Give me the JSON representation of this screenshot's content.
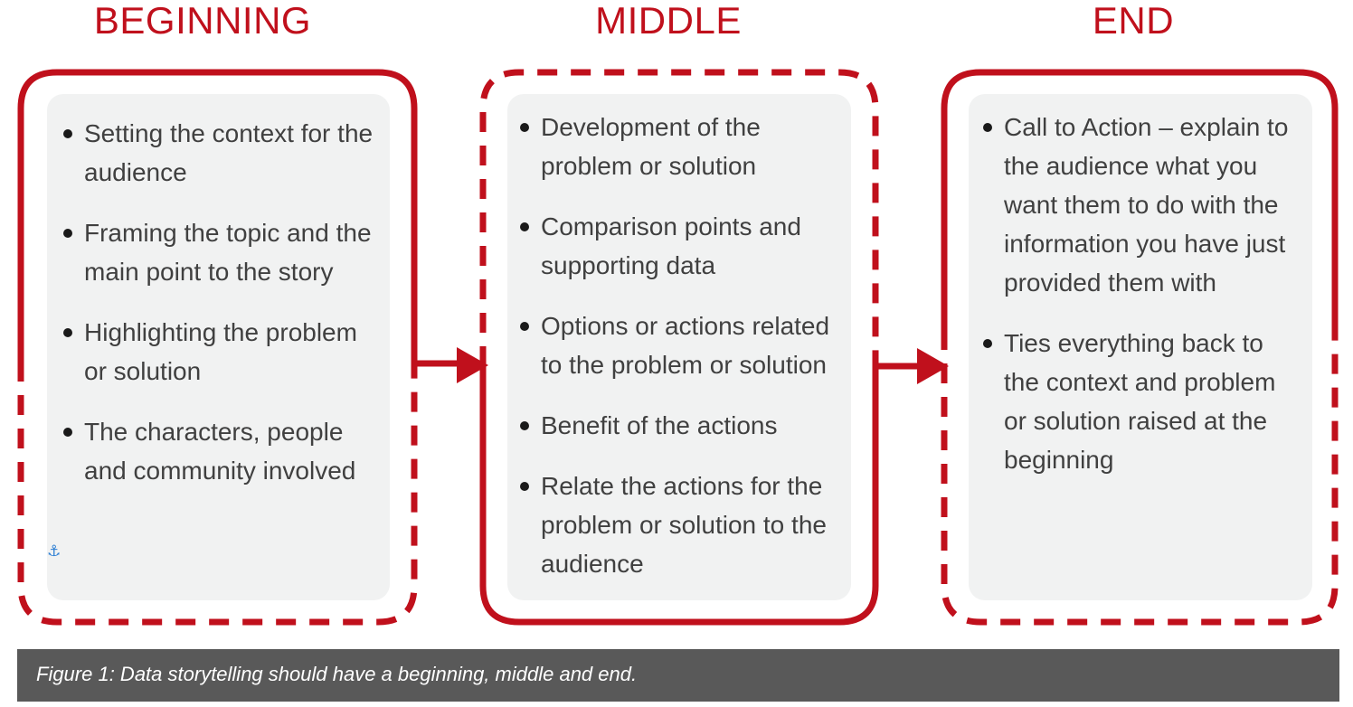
{
  "columns": [
    {
      "title": "BEGINNING",
      "items": [
        "Setting the context for the audience",
        "Framing the topic and the main point to the story",
        "Highlighting the problem or solution",
        "The characters, people and community involved"
      ]
    },
    {
      "title": "MIDDLE",
      "items": [
        "Development of the problem or solution",
        "Comparison points and supporting data",
        "Options or actions related to the problem or solution",
        "Benefit of the actions",
        "Relate the actions for the problem or solution to the audience"
      ]
    },
    {
      "title": "END",
      "items": [
        "Call to Action – explain to the audience what you want them to do with the information you have just provided them with",
        "Ties everything back to the context and problem or solution raised at the beginning"
      ]
    }
  ],
  "caption": "Figure 1: Data storytelling should have a beginning, middle and end.",
  "icons": {
    "anchor": "anchor-icon"
  },
  "colors": {
    "accent": "#c0101c",
    "panel": "#f1f2f2",
    "text": "#404040",
    "caption_bg": "#595959",
    "caption_text": "#ffffff",
    "anchor": "#2d7fd4"
  }
}
